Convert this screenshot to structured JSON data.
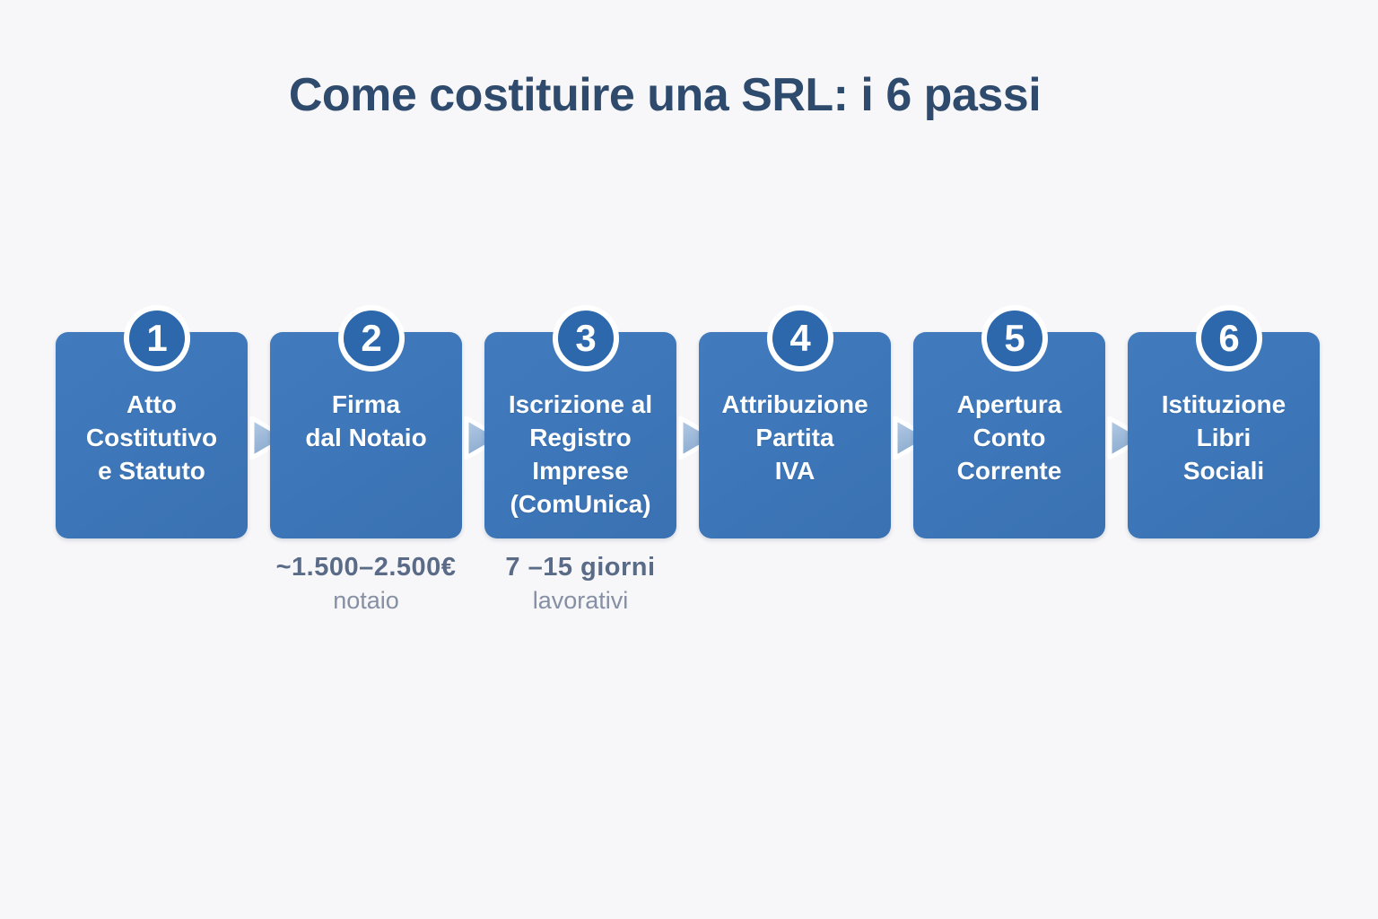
{
  "title": "Come costituire una SRL: i 6 passi",
  "steps": [
    {
      "number": "1",
      "label": "Atto\nCostitutivo\ne Statuto"
    },
    {
      "number": "2",
      "label": "Firma\ndal Notaio",
      "note_value": "~1.500–2.500€",
      "note_label": "notaio"
    },
    {
      "number": "3",
      "label": "Iscrizione al\nRegistro\nImprese\n(ComUnica)",
      "note_value": "7 –15 giorni",
      "note_label": "lavorativi"
    },
    {
      "number": "4",
      "label": "Attribuzione\nPartita\nIVA"
    },
    {
      "number": "5",
      "label": "Apertura\nConto\nCorrente"
    },
    {
      "number": "6",
      "label": "Istituzione\nLibri\nSociali"
    }
  ],
  "colors": {
    "background": "#f7f6f8",
    "title_text": "#2e4a6d",
    "box_fill": "#3d76b8",
    "badge_fill": "#2d68ad",
    "badge_ring": "#ffffff",
    "box_text": "#ffffff",
    "arrow_fill_light": "#b6cce6",
    "arrow_fill_dark": "#87a8cd",
    "arrow_outline": "#ffffff",
    "note_value_text": "#5a6b88",
    "note_label_text": "#8590a4"
  }
}
